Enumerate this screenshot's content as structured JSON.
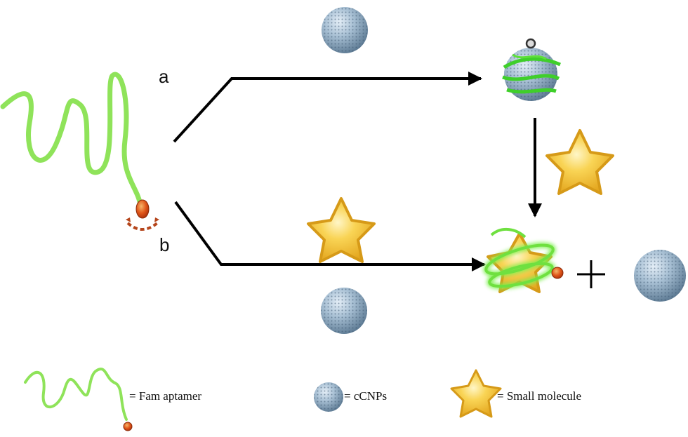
{
  "paths": {
    "a_label": "a",
    "b_label": "b"
  },
  "legend": {
    "aptamer": "=  Fam aptamer",
    "nanoparticle": "= cCNPs",
    "small_molecule": "=  Small molecule"
  },
  "colors": {
    "aptamer": "#8fe35a",
    "fam_dye": "#d9420f",
    "nanoparticle": "#9db8cf",
    "star": "#f4c231",
    "arrow": "#000000",
    "quench_arc": "#b5451b"
  },
  "icons": {
    "aptamer": "wavy-strand-icon",
    "dye": "fluorophore-dot-icon",
    "nanoparticle": "porous-sphere-icon",
    "target": "star-icon"
  }
}
